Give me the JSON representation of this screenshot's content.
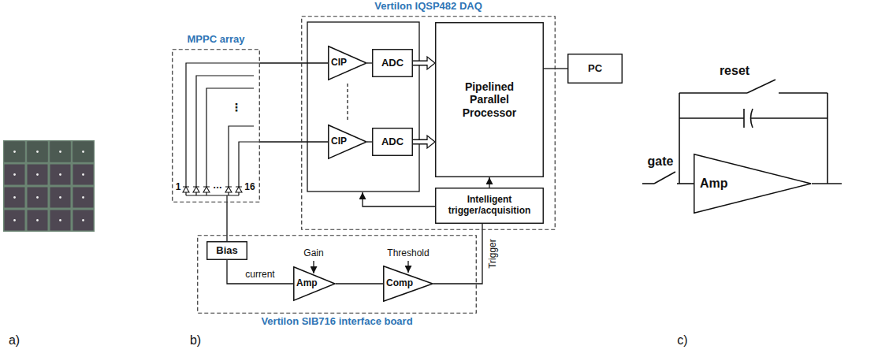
{
  "diagram": {
    "nodes": [
      {
        "text": [
          "MPPC array"
        ]
      },
      {
        "text": [
          "Vertilon IQSP482 DAQ"
        ]
      },
      {
        "text": [
          "CIP"
        ],
        "in": 1
      },
      {
        "text": [
          "ADC"
        ],
        "in": 1
      },
      {
        "text": [
          "CIP"
        ],
        "in": 1
      },
      {
        "text": [
          "ADC"
        ],
        "in": 1
      },
      {
        "text": [
          "Pipelined Parallel Processor"
        ],
        "in": 1
      },
      {
        "text": [
          "Intelligent trigger/acquisition"
        ],
        "in": 1
      },
      {
        "text": [
          "PC"
        ]
      },
      {
        "text": [
          "Vertilon SIB716 interface board"
        ]
      },
      {
        "text": [
          "Bias"
        ],
        "in": 9
      },
      {
        "text": [
          "Amp"
        ],
        "in": 9
      },
      {
        "text": [
          "Comp"
        ],
        "in": 9
      },
      {
        "text": [
          "Amp"
        ]
      }
    ],
    "edges": [
      {
        "from": 0,
        "to": 2,
        "arrow": "none"
      },
      {
        "from": 0,
        "to": 4,
        "arrow": "none"
      },
      {
        "from": 2,
        "to": 3,
        "arrow": "none"
      },
      {
        "from": 4,
        "to": 5,
        "arrow": "none"
      },
      {
        "from": 3,
        "to": 6,
        "arrow": "to"
      },
      {
        "from": 5,
        "to": 6,
        "arrow": "to"
      },
      {
        "from": 6,
        "to": 8,
        "arrow": "none"
      },
      {
        "from": 7,
        "to": 6,
        "arrow": "to"
      },
      {
        "from": 0,
        "to": 10,
        "arrow": "none"
      },
      {
        "from": 10,
        "to": 11,
        "arrow": "none",
        "label": "current"
      },
      {
        "from": 11,
        "to": 12,
        "arrow": "none"
      },
      {
        "from": 12,
        "to": 7,
        "arrow": "none",
        "label": "Trigger"
      }
    ],
    "labels": [
      "Gain",
      "Threshold",
      "1",
      "…",
      "16",
      "⋮",
      "reset",
      "gate",
      "a)",
      "b)",
      "c)"
    ]
  }
}
